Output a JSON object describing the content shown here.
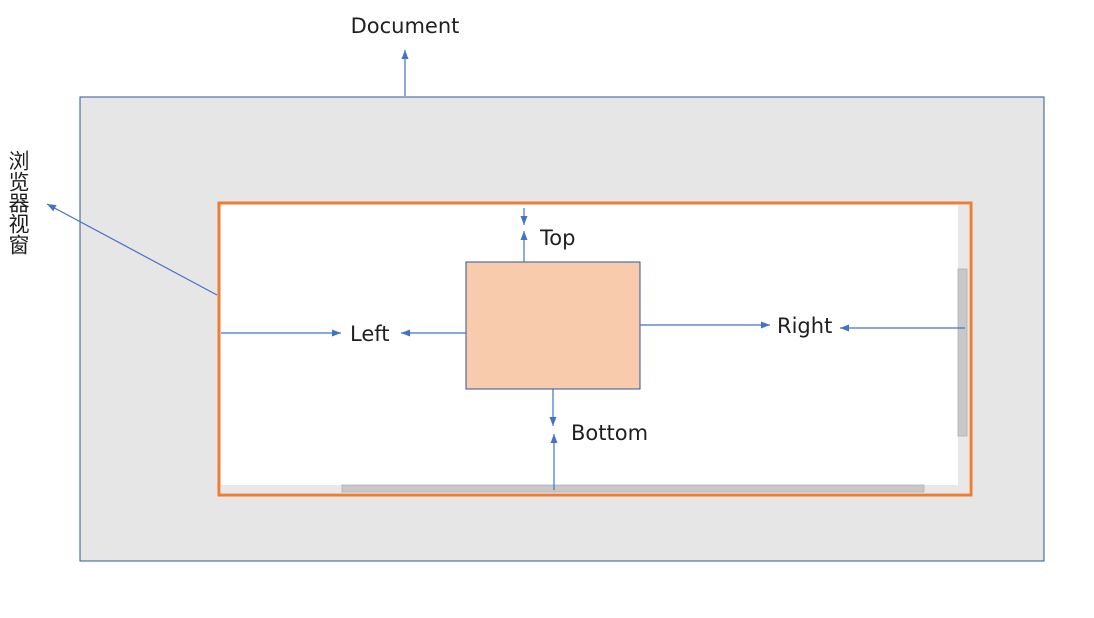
{
  "labels": {
    "document": "Document",
    "viewport": "浏览器视窗",
    "top": "Top",
    "left": "Left",
    "right": "Right",
    "bottom": "Bottom"
  },
  "colors": {
    "document_fill": "#e6e6e6",
    "document_border": "#2f5597",
    "viewport_border": "#ed7d31",
    "viewport_fill": "#ffffff",
    "element_fill": "#f8cbad",
    "element_border": "#2f5597",
    "arrow": "#4472c4",
    "scrollbar_track": "#e8e8e8",
    "scrollbar_thumb": "#c8c8c8"
  }
}
